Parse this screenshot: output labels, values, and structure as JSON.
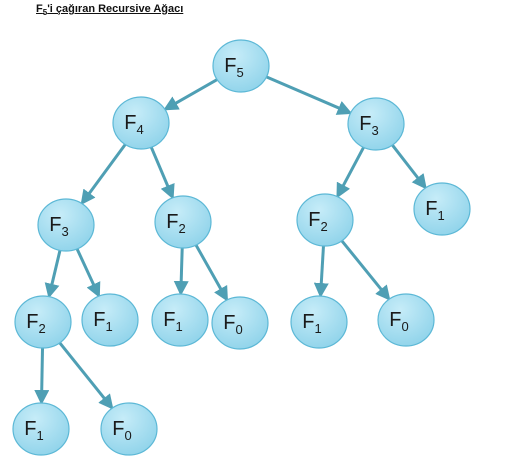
{
  "title": {
    "prefix": "F",
    "sub": "5",
    "suffix": "'i çağıran Recursive Ağacı"
  },
  "colors": {
    "node_fill_light": "#c6ecf8",
    "node_fill_dark": "#8fd3ea",
    "node_stroke": "#5cb8d6",
    "edge": "#4f9fb4"
  },
  "tree": {
    "nodes": [
      {
        "id": "n0",
        "base": "F",
        "sub": "5"
      },
      {
        "id": "n1",
        "base": "F",
        "sub": "4"
      },
      {
        "id": "n2",
        "base": "F",
        "sub": "3"
      },
      {
        "id": "n3",
        "base": "F",
        "sub": "3"
      },
      {
        "id": "n4",
        "base": "F",
        "sub": "2"
      },
      {
        "id": "n5",
        "base": "F",
        "sub": "2"
      },
      {
        "id": "n6",
        "base": "F",
        "sub": "1"
      },
      {
        "id": "n7",
        "base": "F",
        "sub": "2"
      },
      {
        "id": "n8",
        "base": "F",
        "sub": "1"
      },
      {
        "id": "n9",
        "base": "F",
        "sub": "1"
      },
      {
        "id": "n10",
        "base": "F",
        "sub": "0"
      },
      {
        "id": "n11",
        "base": "F",
        "sub": "1"
      },
      {
        "id": "n12",
        "base": "F",
        "sub": "0"
      },
      {
        "id": "n13",
        "base": "F",
        "sub": "1"
      },
      {
        "id": "n14",
        "base": "F",
        "sub": "0"
      }
    ],
    "edges": [
      [
        "n0",
        "n1"
      ],
      [
        "n0",
        "n2"
      ],
      [
        "n1",
        "n3"
      ],
      [
        "n1",
        "n4"
      ],
      [
        "n2",
        "n5"
      ],
      [
        "n2",
        "n6"
      ],
      [
        "n3",
        "n7"
      ],
      [
        "n3",
        "n8"
      ],
      [
        "n4",
        "n9"
      ],
      [
        "n4",
        "n10"
      ],
      [
        "n5",
        "n11"
      ],
      [
        "n5",
        "n12"
      ],
      [
        "n7",
        "n13"
      ],
      [
        "n7",
        "n14"
      ]
    ]
  }
}
